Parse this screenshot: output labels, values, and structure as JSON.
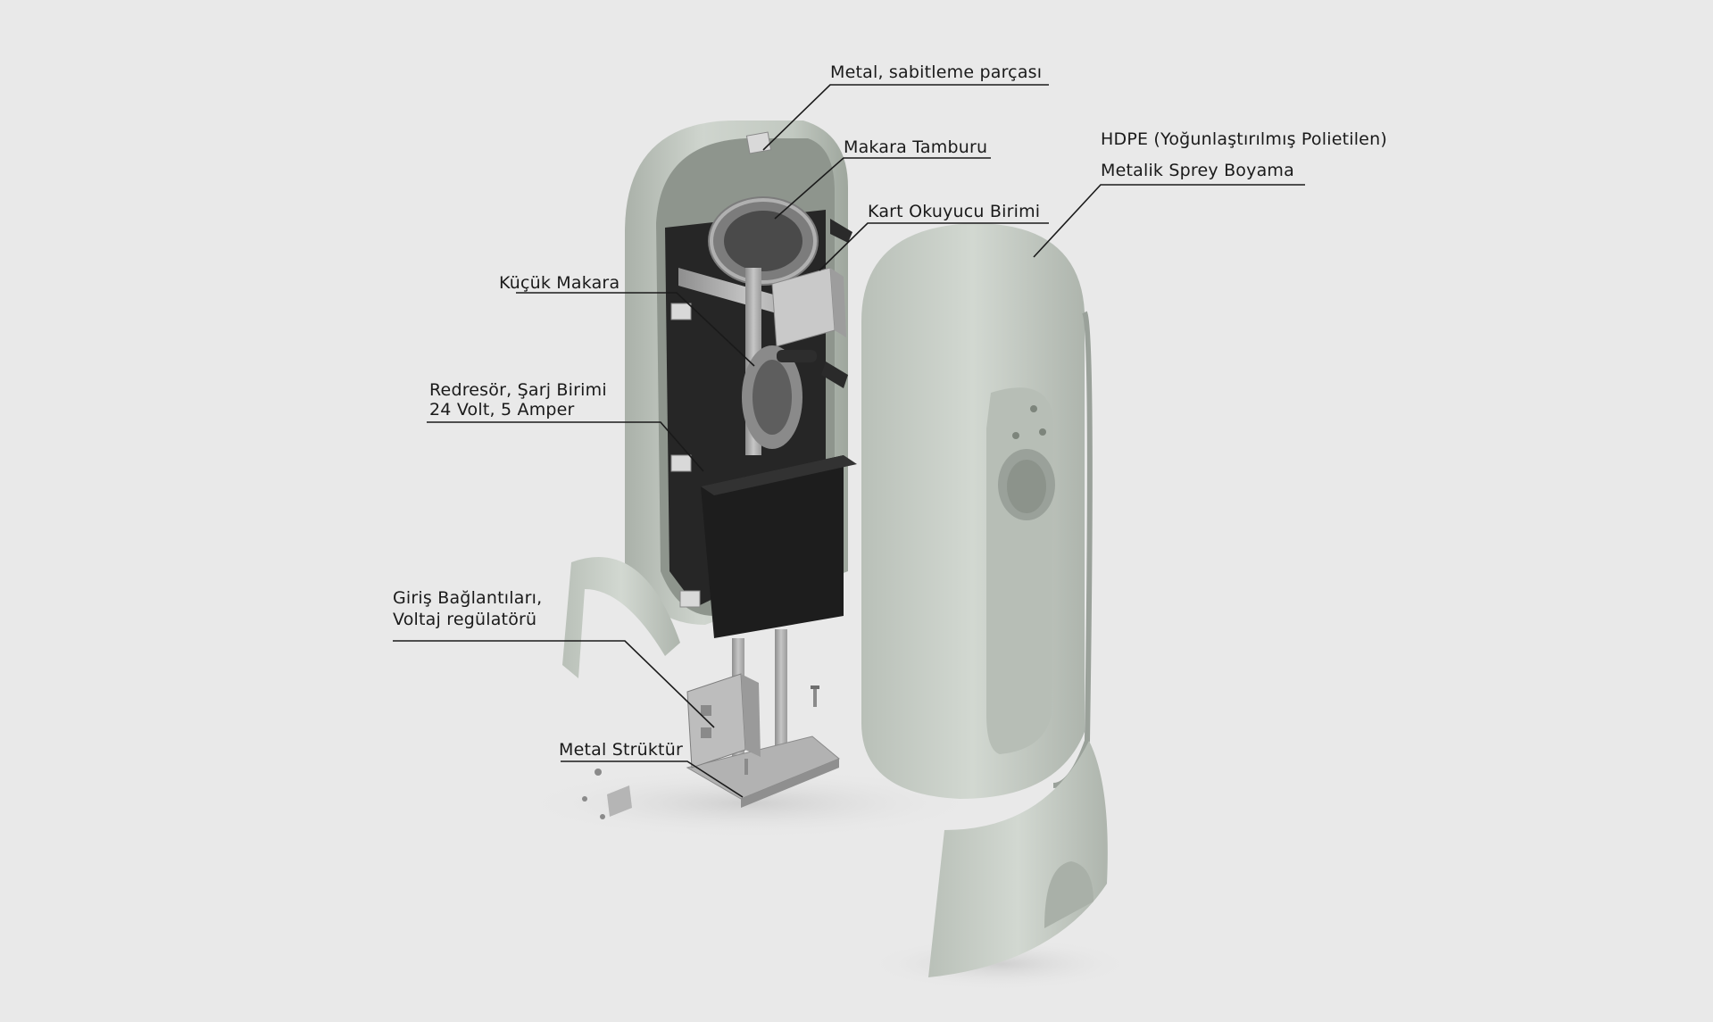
{
  "labels": {
    "metal_bracket": "Metal, sabitleme parçası",
    "drum": "Makara Tamburu",
    "hdpe_line1": "HDPE (Yoğunlaştırılmış Polietilen)",
    "hdpe_line2": "Metalik Sprey Boyama",
    "card_reader": "Kart Okuyucu Birimi",
    "small_pulley": "Küçük Makara",
    "rectifier_line1": "Redresör, Şarj Birimi",
    "rectifier_line2": "24 Volt, 5 Amper",
    "input_line1": "Giriş Bağlantıları,",
    "input_line2": "Voltaj regülatörü",
    "metal_structure": "Metal Strüktür"
  },
  "colors": {
    "background": "#e9e9e9",
    "housing": "#c4cbc3",
    "housing_shadow": "#9aa29a",
    "interior": "#1e1e1e",
    "metal": "#a8a8a8",
    "leader_line": "#1a1a1a"
  }
}
